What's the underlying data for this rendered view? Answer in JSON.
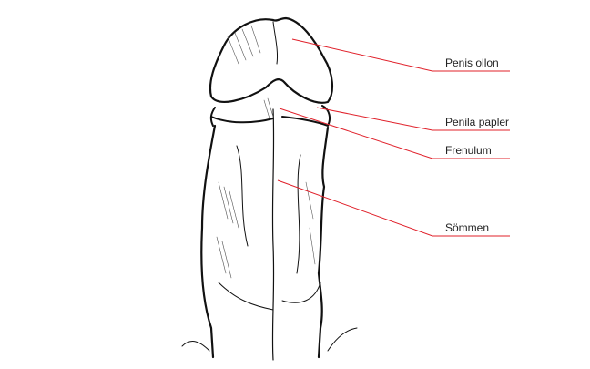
{
  "labels": [
    {
      "text": "Penis ollon"
    },
    {
      "text": "Penila papler"
    },
    {
      "text": "Frenulum"
    },
    {
      "text": "Sömmen"
    }
  ],
  "colors": {
    "leader": "#e0202a",
    "ink": "#111111"
  }
}
